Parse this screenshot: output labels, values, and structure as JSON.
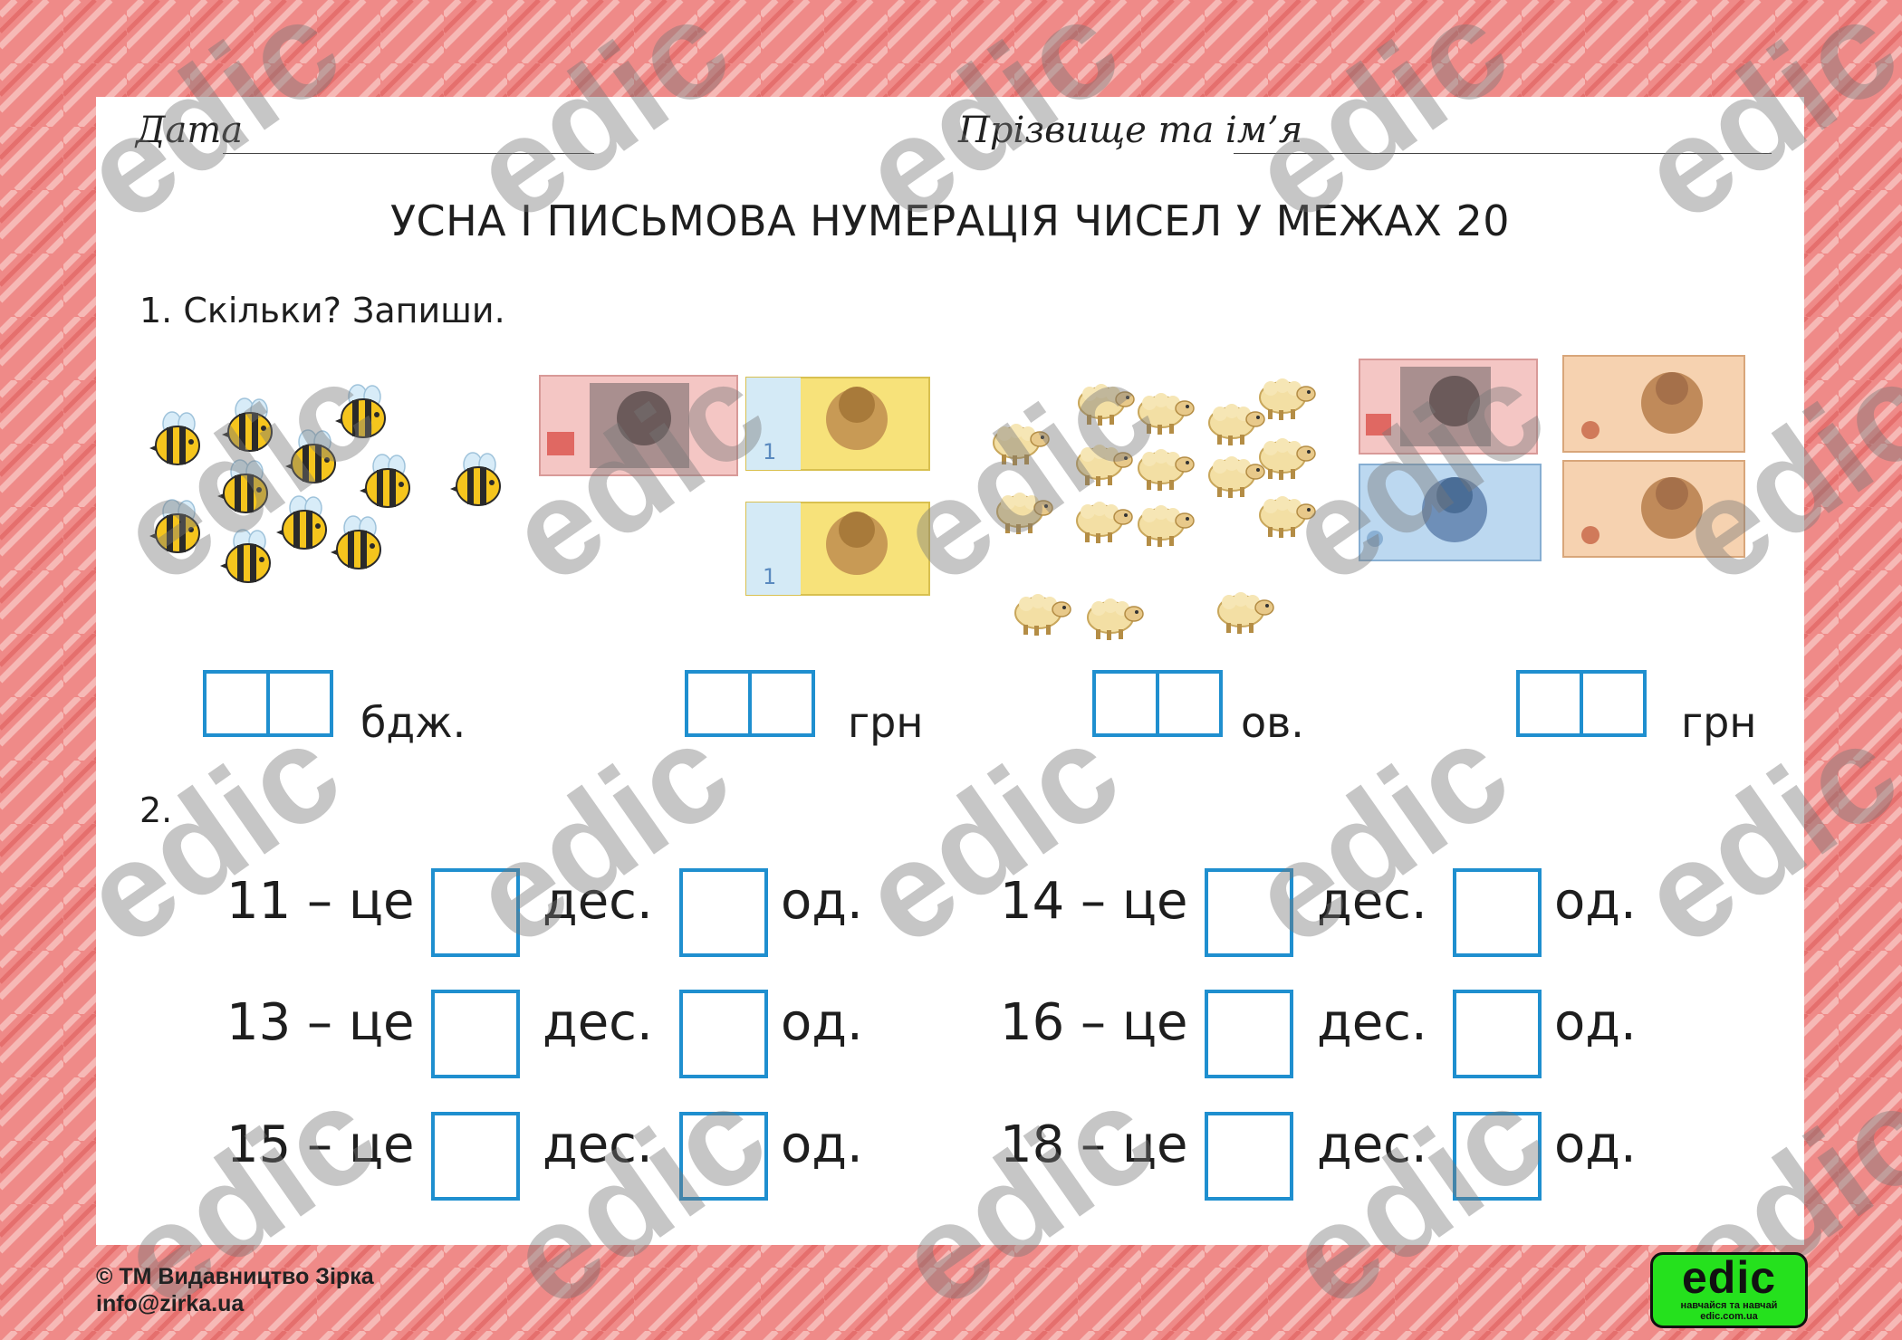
{
  "header": {
    "date_label": "Дата",
    "name_label": "Прізвище та ім’я"
  },
  "title": "УСНА І ПИСЬМОВА НУМЕРАЦІЯ ЧИСЕЛ У МЕЖАХ 20",
  "task1": {
    "prompt": "1. Скільки? Запиши.",
    "bees_count": 11,
    "sheep_count": 16,
    "units": [
      "бдж.",
      "грн",
      "ов.",
      "грн"
    ]
  },
  "task2": {
    "label": "2.",
    "rows": [
      {
        "left": "11 – це",
        "right": "14 – це"
      },
      {
        "left": "13 – це",
        "right": "16 – це"
      },
      {
        "left": "15 – це",
        "right": "18 – це"
      }
    ],
    "tens_label": "дес.",
    "ones_label": "од."
  },
  "watermark_text": "edic",
  "footer": {
    "copyright": "© ТМ Видавництво Зірка",
    "email": "info@zirka.ua"
  },
  "logo": {
    "name": "edic",
    "tagline": "навчайся та навчай",
    "site": "edic.com.ua"
  },
  "colors": {
    "background": "#ef8a88",
    "box_border": "#1f8fcf",
    "logo_green": "#25e11d"
  }
}
